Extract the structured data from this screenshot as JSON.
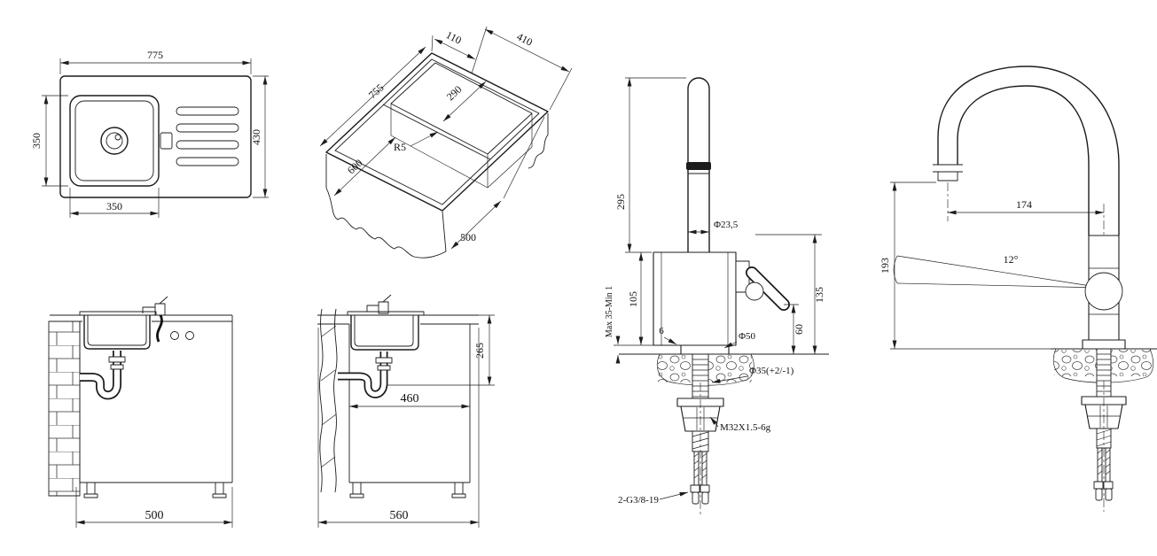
{
  "sink_top_view": {
    "overall_width": "775",
    "overall_depth": "430",
    "bowl_depth": "350",
    "bowl_width": "350"
  },
  "sink_iso_view": {
    "rim_offset": "110",
    "drainer_length": "410",
    "overall_length": "755",
    "bowl_width": "290",
    "corner_radius": "R5",
    "cabinet_depth": "600",
    "cabinet_width": "500"
  },
  "install_section_a": {
    "cabinet_width": "500"
  },
  "install_section_b": {
    "drain_depth": "265",
    "inner_width": "460",
    "cabinet_width": "560"
  },
  "faucet_side_view": {
    "spout_height": "295",
    "body_height": "105",
    "deck_thickness": "Max 35-Min 1",
    "spout_diameter": "Φ23,5",
    "handle_height": "135",
    "handle_drop": "60",
    "base_lip": "6",
    "base_diameter": "Φ50",
    "hole_diameter": "Φ35(+2/-1)",
    "thread_spec": "M32X1.5-6g",
    "hose_thread": "2-G3/8-19"
  },
  "faucet_front_view": {
    "spout_reach": "174",
    "spout_height": "193",
    "swivel_angle": "12°"
  }
}
